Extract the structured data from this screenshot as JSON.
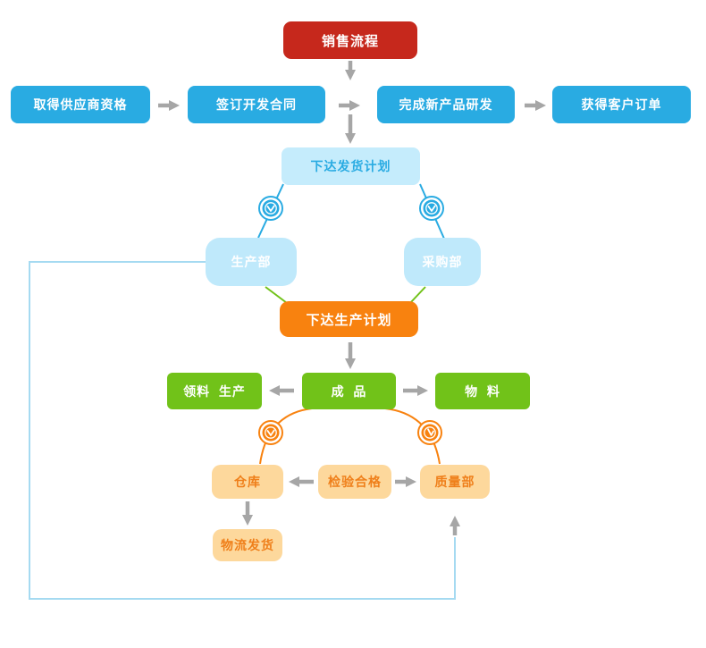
{
  "diagram": {
    "type": "flowchart",
    "title": "销售流程",
    "nodes": {
      "sales_process": {
        "label": "销售流程",
        "color": "#c6281c",
        "text_color": "#ffffff"
      },
      "supplier_qualification": {
        "label": "取得供应商资格",
        "color": "#29abe2",
        "text_color": "#ffffff"
      },
      "sign_dev_contract": {
        "label": "签订开发合同",
        "color": "#29abe2",
        "text_color": "#ffffff"
      },
      "complete_product_rd": {
        "label": "完成新产品研发",
        "color": "#29abe2",
        "text_color": "#ffffff"
      },
      "get_customer_order": {
        "label": "获得客户订单",
        "color": "#29abe2",
        "text_color": "#ffffff"
      },
      "delivery_plan": {
        "label": "下达发货计划",
        "color": "#c5ecfc",
        "text_color": "#29abe2"
      },
      "production_dept": {
        "label": "生产部",
        "color": "#bfe9fb",
        "text_color": "#ffffff"
      },
      "purchasing_dept": {
        "label": "采购部",
        "color": "#bfe9fb",
        "text_color": "#ffffff"
      },
      "production_plan": {
        "label": "下达生产计划",
        "color": "#f8820f",
        "text_color": "#ffffff"
      },
      "material_pick_production": {
        "label": "领料  生产",
        "color": "#71c219",
        "text_color": "#ffffff"
      },
      "finished_product": {
        "label": "成  品",
        "color": "#71c219",
        "text_color": "#ffffff"
      },
      "materials": {
        "label": "物  料",
        "color": "#71c219",
        "text_color": "#ffffff"
      },
      "warehouse": {
        "label": "仓库",
        "color": "#fdd89c",
        "text_color": "#ef7f1a"
      },
      "inspection_passed": {
        "label": "检验合格",
        "color": "#fdd89c",
        "text_color": "#ef7f1a"
      },
      "quality_dept": {
        "label": "质量部",
        "color": "#fdd89c",
        "text_color": "#ef7f1a"
      },
      "logistics_delivery": {
        "label": "物流发货",
        "color": "#fdd89c",
        "text_color": "#ef7f1a"
      }
    },
    "icons": {
      "clock_blue": {
        "name": "clock-icon",
        "color": "#29abe2"
      },
      "clock_orange": {
        "name": "clock-icon",
        "color": "#f8820f"
      }
    },
    "connector_colors": {
      "arrow_gray": "#a6a6a6",
      "line_blue": "#29abe2",
      "line_green": "#71c219",
      "line_orange": "#f8820f",
      "loop_light_blue": "#a5daf1"
    }
  }
}
